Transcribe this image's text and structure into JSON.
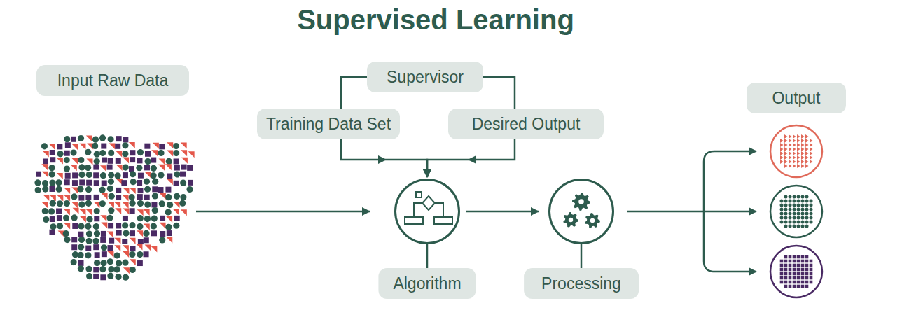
{
  "diagram": {
    "title": "Supervised Learning",
    "nodes": [
      {
        "text": [
          "Input Raw Data"
        ]
      },
      {
        "text": [
          "Supervisor"
        ]
      },
      {
        "text": [
          "Training Data Set"
        ]
      },
      {
        "text": [
          "Desired Output"
        ]
      },
      {
        "text": [
          "Algorithm"
        ]
      },
      {
        "text": [
          "Processing"
        ]
      },
      {
        "text": [
          "Output"
        ]
      }
    ],
    "edges": [
      {
        "from": 0,
        "to": 4,
        "arrow": "to"
      },
      {
        "from": 1,
        "to": 2,
        "arrow": "none"
      },
      {
        "from": 1,
        "to": 3,
        "arrow": "none"
      },
      {
        "from": 2,
        "to": 4,
        "arrow": "to"
      },
      {
        "from": 3,
        "to": 4,
        "arrow": "to"
      },
      {
        "from": 4,
        "to": 5,
        "arrow": "to"
      },
      {
        "from": 5,
        "to": 6,
        "arrow": "to"
      }
    ]
  }
}
